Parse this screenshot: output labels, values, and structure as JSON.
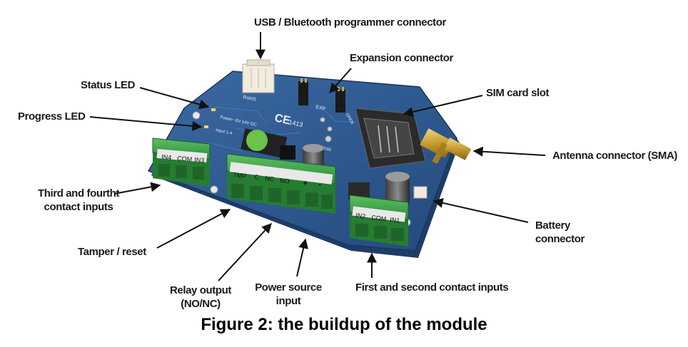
{
  "labels": {
    "usb": "USB / Bluetooth programmer connector",
    "expansion": "Expansion connector",
    "status_led": "Status LED",
    "sim": "SIM card slot",
    "progress_led": "Progress LED",
    "antenna": "Antenna connector (SMA)",
    "third_fourth_line1": "Third and fourtht",
    "third_fourth_line2": "contact inputs",
    "battery_line1": "Battery",
    "battery_line2": "connector",
    "tamper": "Tamper / reset",
    "relay_line1": "Relay output",
    "relay_line2": "(NO/NC)",
    "power_line1": "Power source",
    "power_line2": "input",
    "first_second": "First and second contact inputs"
  },
  "board_text": {
    "in4": "IN4",
    "com_a": "COM",
    "in3": "IN3",
    "tmp": "TMP",
    "c": "C",
    "nc": "NC",
    "no": "NO",
    "plus": "+",
    "minus": "-",
    "in2": "IN2",
    "com_b": "COM",
    "in1": "IN1",
    "ce": "CE",
    "cert": "1413",
    "rohs": "RoHS",
    "exp": "EXP",
    "open": "OPEN",
    "close": "CLOSE",
    "power": "Power~ 6V-14V DC",
    "input": "input 1-4"
  },
  "caption": "Figure 2: the buildup of the module"
}
